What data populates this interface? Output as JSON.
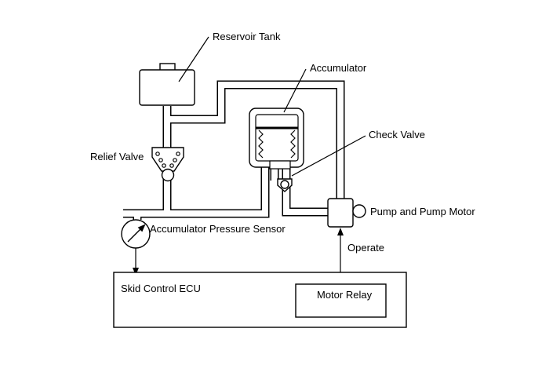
{
  "labels": {
    "reservoir_tank": "Reservoir Tank",
    "accumulator": "Accumulator",
    "check_valve": "Check Valve",
    "relief_valve": "Relief Valve",
    "pump_and_motor": "Pump and Pump Motor",
    "accumulator_pressure_sensor": "Accumulator Pressure Sensor",
    "operate": "Operate",
    "skid_control_ecu": "Skid Control ECU",
    "motor_relay": "Motor Relay"
  }
}
